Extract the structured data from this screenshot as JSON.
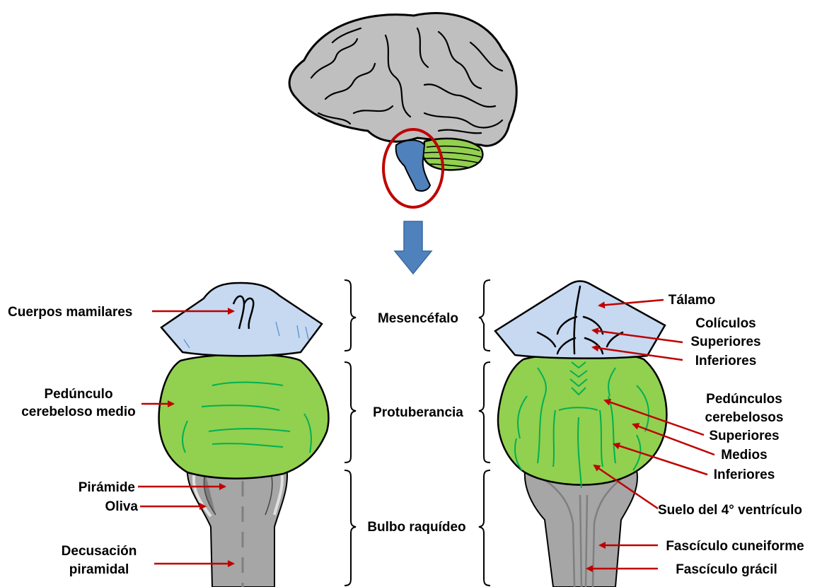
{
  "left_labels": {
    "mamilares": "Cuerpos mamilares",
    "pedunculo_line1": "Pedúnculo",
    "pedunculo_line2": "cerebeloso medio",
    "piramide": "Pirámide",
    "oliva": "Oliva",
    "decusacion_line1": "Decusación",
    "decusacion_line2": "piramidal"
  },
  "center_labels": {
    "mesencefalo": "Mesencéfalo",
    "protuberancia": "Protuberancia",
    "bulbo": "Bulbo raquídeo"
  },
  "right_labels": {
    "talamo": "Tálamo",
    "coliculos": "Colículos",
    "col_superiores": "Superiores",
    "col_inferiores": "Inferiores",
    "ped_line1": "Pedúnculos",
    "ped_line2": "cerebelosos",
    "ped_superiores": "Superiores",
    "ped_medios": "Medios",
    "ped_inferiores": "Inferiores",
    "suelo": "Suelo del 4° ventrículo",
    "cuneiforme": "Fascículo cuneiforme",
    "gracil": "Fascículo grácil"
  },
  "colors": {
    "brain_gray": "#bfbfbf",
    "midbrain_blue": "#c6d9f1",
    "pons_green": "#92d050",
    "green_lines": "#00b050",
    "medulla_gray": "#a6a6a6",
    "brainstem_blue": "#4f81bd",
    "highlight_red": "#c00000"
  }
}
